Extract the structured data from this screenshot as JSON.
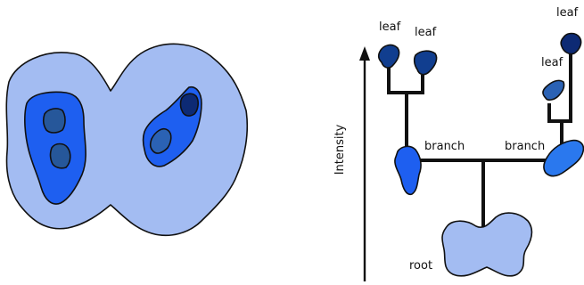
{
  "labels": {
    "leaf": "leaf",
    "branch": "branch",
    "root": "root",
    "intensity": "Intensity"
  },
  "colors": {
    "light": "#a3bcf2",
    "mid": "#1e5ff0",
    "bright": "#2a78ee",
    "dark": "#26579a",
    "navy": "#0d2a74",
    "deep": "#113e8f",
    "outline": "#111111"
  }
}
